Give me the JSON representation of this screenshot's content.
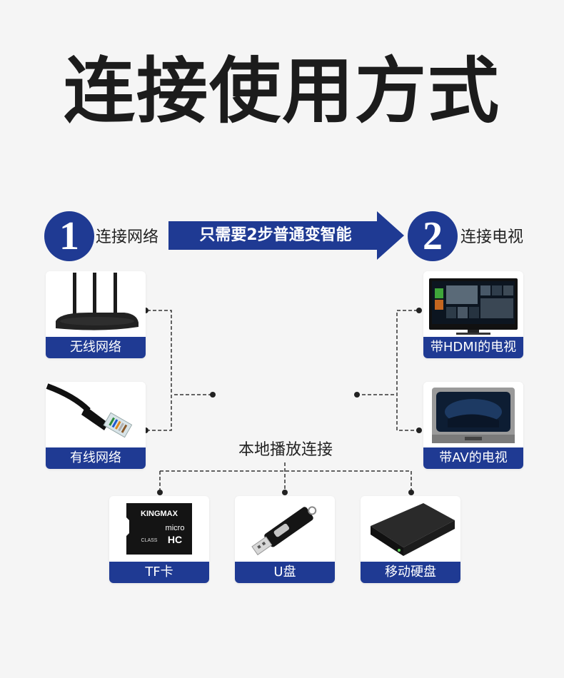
{
  "title": "连接使用方式",
  "steps": [
    {
      "number": "1",
      "label": "连接网络"
    },
    {
      "number": "2",
      "label": "连接电视"
    }
  ],
  "arrow_text": "只需要2步普通变智能",
  "network": [
    {
      "label": "无线网络",
      "icon": "wifi-router-icon"
    },
    {
      "label": "有线网络",
      "icon": "ethernet-cable-icon"
    }
  ],
  "tv": [
    {
      "label": "带HDMI的电视",
      "icon": "flat-tv-icon"
    },
    {
      "label": "带AV的电视",
      "icon": "crt-tv-icon"
    }
  ],
  "local_playback": {
    "title": "本地播放连接",
    "items": [
      {
        "label": "TF卡",
        "icon": "tf-card-icon",
        "card_brand": "KINGMAX",
        "card_text": "micro",
        "card_class": "CLASS",
        "card_hc": "HC"
      },
      {
        "label": "U盘",
        "icon": "usb-drive-icon"
      },
      {
        "label": "移动硬盘",
        "icon": "external-hdd-icon"
      }
    ]
  },
  "colors": {
    "accent": "#1f3a93",
    "title": "#1c1c1c",
    "background": "#f5f5f5"
  }
}
